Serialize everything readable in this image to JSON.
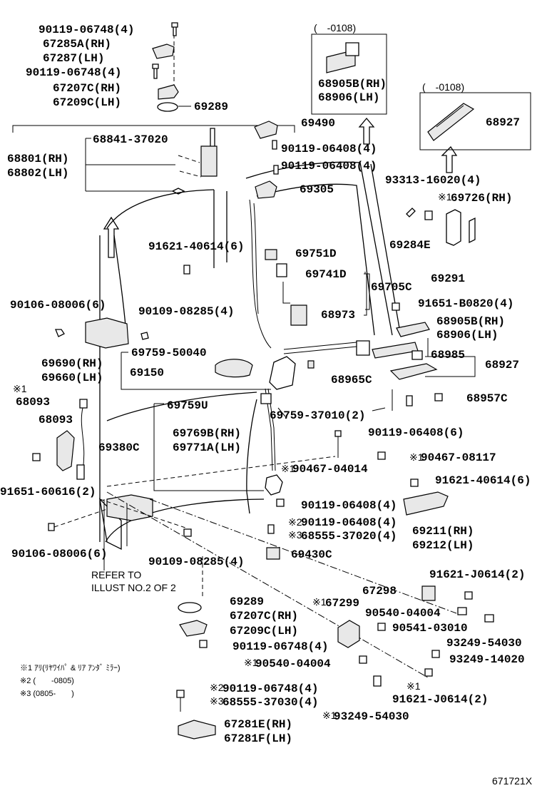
{
  "diagram_id": "671721X",
  "labels": {
    "l01": "90119-06748(4)",
    "l02": "67285A(RH)",
    "l03": "67287(LH)",
    "l04": "90119-06748(4)",
    "l05": "67207C(RH)",
    "l06": "67209C(LH)",
    "l07": "69289",
    "l08": "68841-37020",
    "l09": "68801(RH)",
    "l10": "68802(LH)",
    "l11": "(　-0108)",
    "l12": "68905B(RH)",
    "l13": "68906(LH)",
    "l14": "(　-0108)",
    "l15": "68927",
    "l16": "69490",
    "l17": "90119-06408(4)",
    "l18": "90119-06408(4)",
    "l19": "93313-16020(4)",
    "l20": "69305",
    "l21": "※1",
    "l22": "69726(RH)",
    "l23": "91621-40614(6)",
    "l24": "69751D",
    "l25": "69284E",
    "l26": "69741D",
    "l27": "69291",
    "l28": "69705C",
    "l29": "90106-08006(6)",
    "l30": "90109-08285(4)",
    "l31": "68973",
    "l32": "91651-B0820(4)",
    "l33": "68905B(RH)",
    "l34": "68906(LH)",
    "l35": "69759-50040",
    "l36": "68985",
    "l37": "69690(RH)",
    "l38": "69660(LH)",
    "l39": "69150",
    "l40": "68927",
    "l41": "68965C",
    "l42": "※1",
    "l43": "68093",
    "l44": "68957C",
    "l45": "69759U",
    "l46": "69759-37010(2)",
    "l47": "68093",
    "l48": "69769B(RH)",
    "l49": "90119-06408(6)",
    "l50": "69380C",
    "l51": "69771A(LH)",
    "l52": "※1",
    "l53": "90467-08117",
    "l54": "※1",
    "l55": "90467-04014",
    "l56": "91651-60616(2)",
    "l57": "91621-40614(6)",
    "l58": "90119-06408(4)",
    "l59": "※2",
    "l60": "90119-06408(4)",
    "l61": "69211(RH)",
    "l62": "90106-08006(6)",
    "l63": "※3",
    "l64": "68555-37020(4)",
    "l65": "69212(LH)",
    "l66": "90109-08285(4)",
    "l67": "69430C",
    "l68": "REFER TO",
    "l69": "ILLUST NO.2 OF 2",
    "l70": "91621-J0614(2)",
    "l71": "67298",
    "l72": "※1",
    "l73": "67299",
    "l74": "69289",
    "l75": "90540-04004",
    "l76": "67207C(RH)",
    "l77": "90541-03010",
    "l78": "67209C(LH)",
    "l79": "93249-54030",
    "l80": "90119-06748(4)",
    "l81": "93249-14020",
    "l82": "※1",
    "l83": "90540-04004",
    "l84": "※1 ｱﾘ(ﾘﾔﾜｲﾊﾟ & ﾘｱ ｱﾝﾀﾞ ﾐﾗｰ)",
    "l85": "※2 (　　-0805)",
    "l86": "※3 (0805-　　)",
    "l87": "※2",
    "l88": "90119-06748(4)",
    "l89": "※1",
    "l90": "91621-J0614(2)",
    "l91": "※3",
    "l92": "68555-37030(4)",
    "l93": "※1",
    "l94": "93249-54030",
    "l95": "67281E(RH)",
    "l96": "67281F(LH)"
  }
}
